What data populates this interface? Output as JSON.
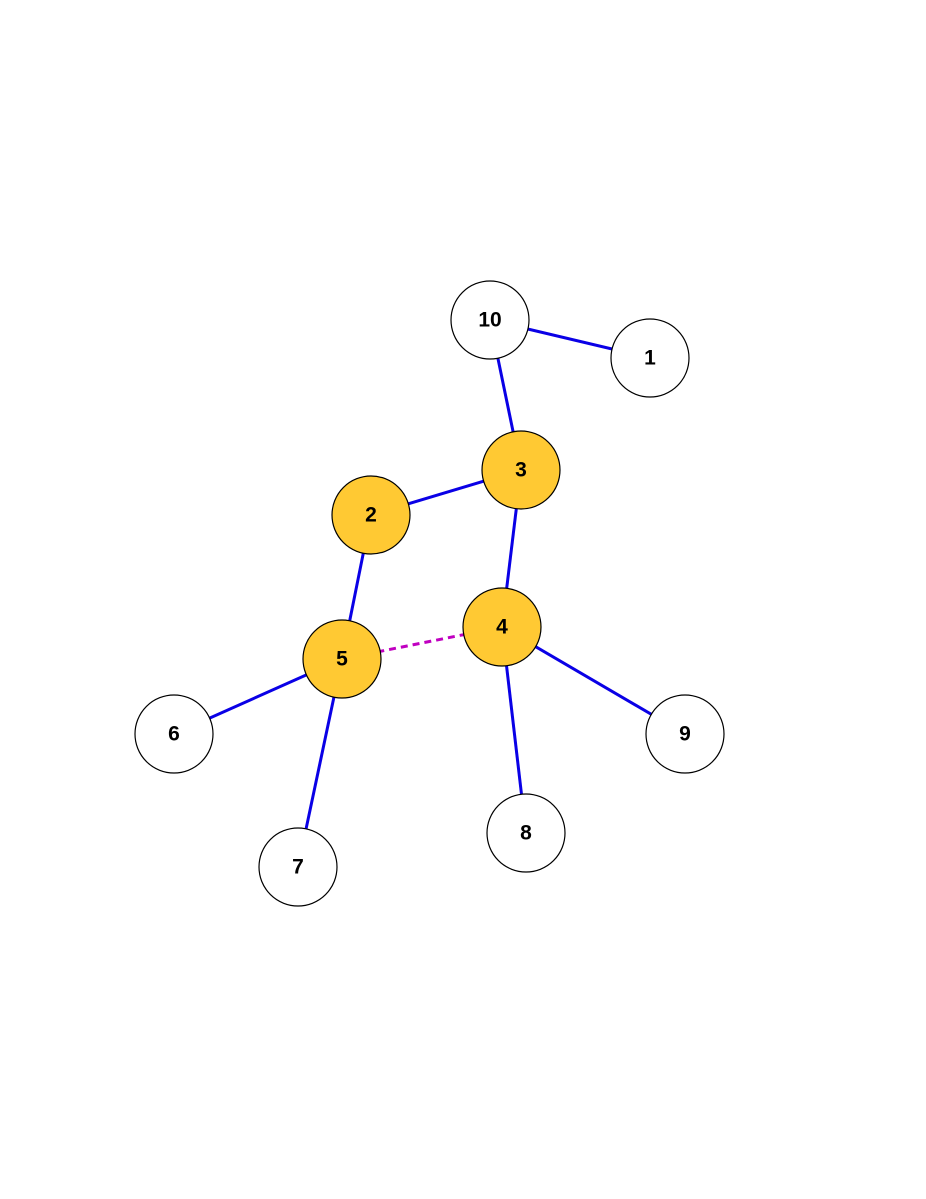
{
  "colors": {
    "edge": "#0a00e6",
    "highlight_edge": "#c000c0",
    "highlight_node_fill": "#ffc933",
    "node_fill": "#ffffff",
    "node_stroke": "#000000",
    "label": "#000000",
    "background": "#ffffff"
  },
  "nodes": [
    {
      "id": "1",
      "label": "1",
      "highlighted": false
    },
    {
      "id": "2",
      "label": "2",
      "highlighted": true
    },
    {
      "id": "3",
      "label": "3",
      "highlighted": true
    },
    {
      "id": "4",
      "label": "4",
      "highlighted": true
    },
    {
      "id": "5",
      "label": "5",
      "highlighted": true
    },
    {
      "id": "6",
      "label": "6",
      "highlighted": false
    },
    {
      "id": "7",
      "label": "7",
      "highlighted": false
    },
    {
      "id": "8",
      "label": "8",
      "highlighted": false
    },
    {
      "id": "9",
      "label": "9",
      "highlighted": false
    },
    {
      "id": "10",
      "label": "10",
      "highlighted": false
    }
  ],
  "edges": [
    {
      "from": "10",
      "to": "1",
      "style": "solid"
    },
    {
      "from": "10",
      "to": "3",
      "style": "solid"
    },
    {
      "from": "3",
      "to": "2",
      "style": "solid"
    },
    {
      "from": "3",
      "to": "4",
      "style": "solid"
    },
    {
      "from": "2",
      "to": "5",
      "style": "solid"
    },
    {
      "from": "5",
      "to": "4",
      "style": "dashed"
    },
    {
      "from": "5",
      "to": "6",
      "style": "solid"
    },
    {
      "from": "5",
      "to": "7",
      "style": "solid"
    },
    {
      "from": "4",
      "to": "8",
      "style": "solid"
    },
    {
      "from": "4",
      "to": "9",
      "style": "solid"
    }
  ]
}
